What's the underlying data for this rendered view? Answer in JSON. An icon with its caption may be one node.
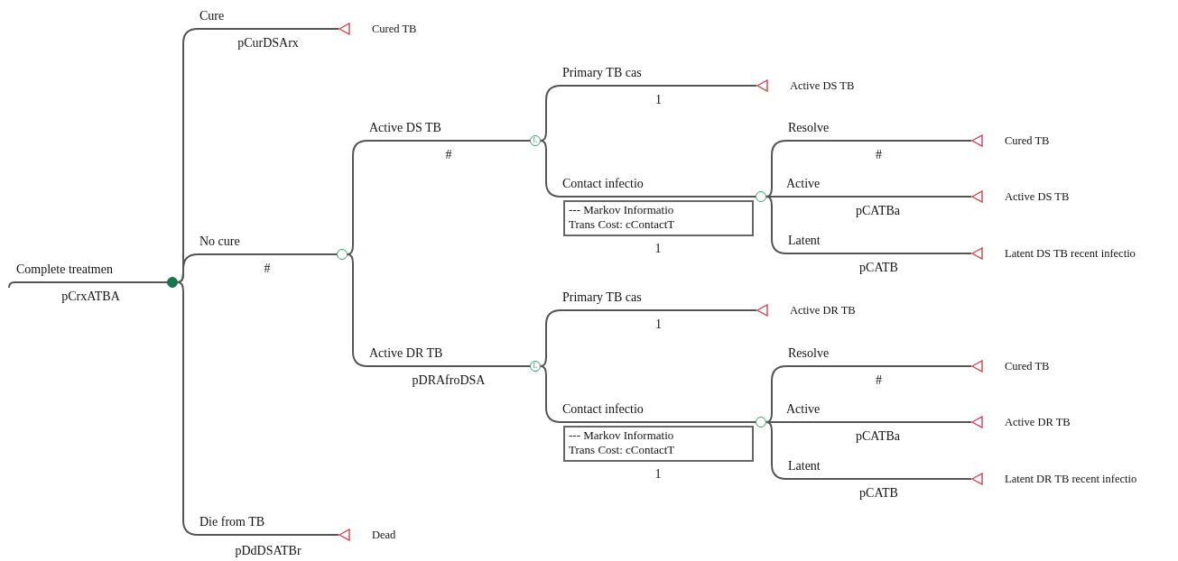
{
  "diagram": {
    "nodes": [
      {
        "text": [],
        "shape": "circle"
      },
      {
        "text": [
          "Cured TB"
        ]
      },
      {
        "text": [],
        "shape": "circle"
      },
      {
        "text": [
          "L"
        ]
      },
      {
        "text": [
          "Active DS TB"
        ]
      },
      {
        "text": [],
        "shape": "circle"
      },
      {
        "text": [
          "--- Markov Informatio",
          "Trans Cost: cContactT"
        ]
      },
      {
        "text": [
          "Cured TB"
        ]
      },
      {
        "text": [
          "Active DS TB"
        ]
      },
      {
        "text": [
          "Latent DS TB recent infectio"
        ]
      },
      {
        "text": [
          "L"
        ]
      },
      {
        "text": [
          "Active DR TB"
        ]
      },
      {
        "text": [],
        "shape": "circle"
      },
      {
        "text": [
          "--- Markov Informatio",
          "Trans Cost: cContactT"
        ]
      },
      {
        "text": [
          "Cured TB"
        ]
      },
      {
        "text": [
          "Active DR TB"
        ]
      },
      {
        "text": [
          "Latent DR TB recent infectio"
        ]
      },
      {
        "text": [
          "Dead"
        ]
      }
    ],
    "edges": [
      {
        "from": null,
        "to": 0,
        "arrow": "none",
        "label": "Complete treatmen"
      },
      {
        "from": 0,
        "to": 1,
        "arrow": "none",
        "label": "Cure"
      },
      {
        "from": 0,
        "to": 2,
        "arrow": "none",
        "label": "No cure"
      },
      {
        "from": 0,
        "to": 17,
        "arrow": "none",
        "label": "Die from TB"
      },
      {
        "from": 2,
        "to": 3,
        "arrow": "none",
        "label": "Active DS TB"
      },
      {
        "from": 2,
        "to": 10,
        "arrow": "none",
        "label": "Active DR TB"
      },
      {
        "from": 3,
        "to": 4,
        "arrow": "none",
        "label": "Primary TB cas"
      },
      {
        "from": 3,
        "to": 5,
        "arrow": "none",
        "label": "Contact infectio"
      },
      {
        "from": 5,
        "to": 7,
        "arrow": "none",
        "label": "Resolve"
      },
      {
        "from": 5,
        "to": 8,
        "arrow": "none",
        "label": "Active"
      },
      {
        "from": 5,
        "to": 9,
        "arrow": "none",
        "label": "Latent"
      },
      {
        "from": 10,
        "to": 11,
        "arrow": "none",
        "label": "Primary TB cas"
      },
      {
        "from": 10,
        "to": 12,
        "arrow": "none",
        "label": "Contact infectio"
      },
      {
        "from": 12,
        "to": 14,
        "arrow": "none",
        "label": "Resolve"
      },
      {
        "from": 12,
        "to": 15,
        "arrow": "none",
        "label": "Active"
      },
      {
        "from": 12,
        "to": 16,
        "arrow": "none",
        "label": "Latent"
      }
    ],
    "labels": [
      "pCrxATBA",
      "pCurDSArx",
      "#",
      "pDdDSATBr",
      "#",
      "pDRAfroDSA",
      "1",
      "1",
      "#",
      "pCATBa",
      "pCATB",
      "1",
      "1",
      "#",
      "pCATBa",
      "pCATB"
    ]
  }
}
